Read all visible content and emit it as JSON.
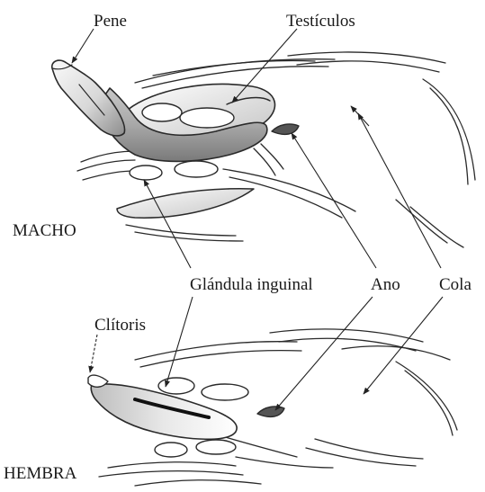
{
  "labels": {
    "pene": "Pene",
    "testiculos": "Testículos",
    "macho": "MACHO",
    "glandula_inguinal": "Glándula inguinal",
    "ano": "Ano",
    "cola": "Cola",
    "clitoris": "Clítoris",
    "hembra": "HEMBRA"
  },
  "colors": {
    "line": "#2a2a2a",
    "shade_dark": "#9a9a9a",
    "shade_light": "#e6e6e6",
    "background": "#ffffff"
  }
}
